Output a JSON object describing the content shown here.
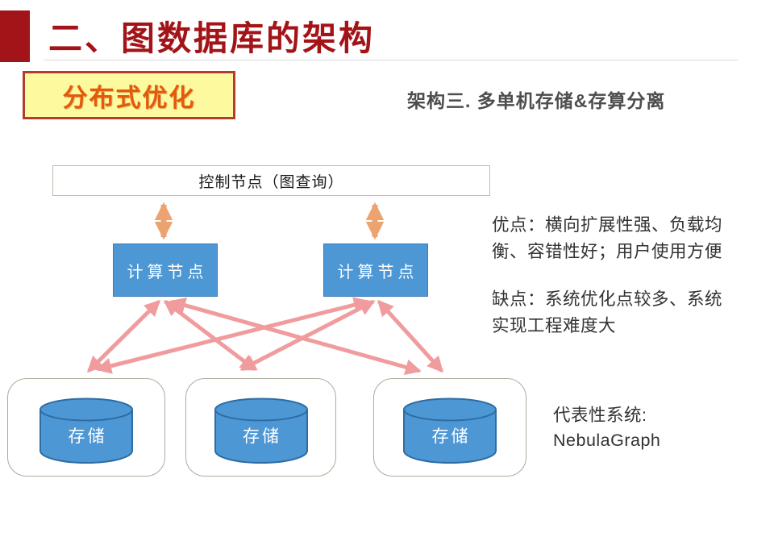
{
  "slide": {
    "title": "二、图数据库的架构",
    "badge": "分布式优化",
    "subtitle": "架构三. 多单机存储&存算分离"
  },
  "diagram": {
    "control_node": "控制节点（图查询）",
    "compute_nodes": [
      "计算节点",
      "计算节点"
    ],
    "storage_nodes": [
      "存储",
      "存储",
      "存储"
    ]
  },
  "notes": {
    "pros_lines": [
      "优点：横向扩展性强、负载均",
      "衡、容错性好；用户使用方便"
    ],
    "cons_lines": [
      "缺点：系统优化点较多、系统",
      "实现工程难度大"
    ],
    "representative_lines": [
      "代表性系统:",
      "NebulaGraph"
    ]
  },
  "colors": {
    "title_red": "#A31418",
    "badge_bg": "#FCF99F",
    "badge_border": "#B23B32",
    "badge_text": "#E4590A",
    "node_blue": "#4D97D4",
    "cylinder_border": "#2E6DA4",
    "orange_arrow": "#ECA36F",
    "pink_arrow": "#F09C9E",
    "card_border": "#A9AE9C"
  }
}
